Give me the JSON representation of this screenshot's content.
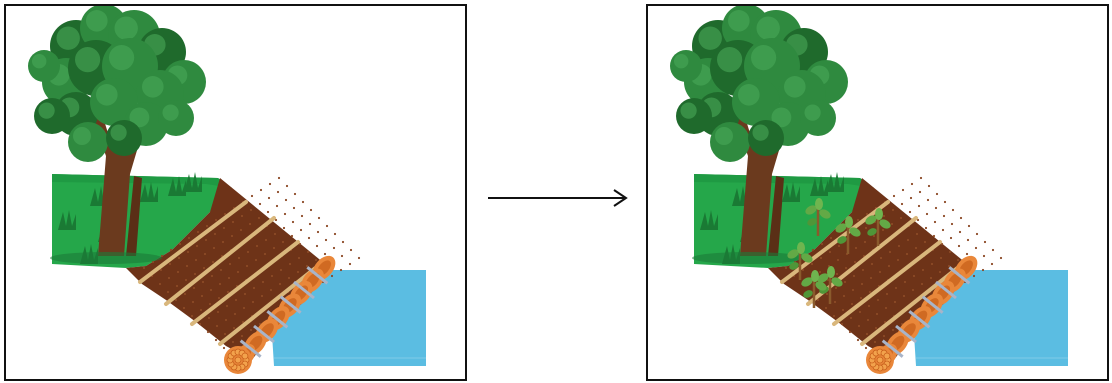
{
  "figure": {
    "panels": [
      {
        "id": "before",
        "elements": [
          "tree",
          "grass-bank",
          "soil-slope",
          "stake-rows",
          "coir-log",
          "water"
        ],
        "live_stakes": 0
      },
      {
        "id": "after",
        "elements": [
          "tree",
          "grass-bank",
          "soil-slope",
          "stake-rows",
          "sprouting-live-stakes",
          "coir-log",
          "water"
        ],
        "live_stakes": 6
      }
    ],
    "transition": "arrow-right"
  },
  "colors": {
    "panel_border": "#111111",
    "tree_foliage": "#2f8a3f",
    "tree_foliage_dark": "#1f6a2c",
    "tree_trunk": "#6b3a1e",
    "grass": "#25a74a",
    "soil": "#6e3318",
    "stake": "#d9b77c",
    "coir_log": "#e9873a",
    "coir_binding": "#a8b4c8",
    "water": "#5bbde2",
    "sprout_leaf": "#63a946",
    "arrow": "#111111"
  }
}
